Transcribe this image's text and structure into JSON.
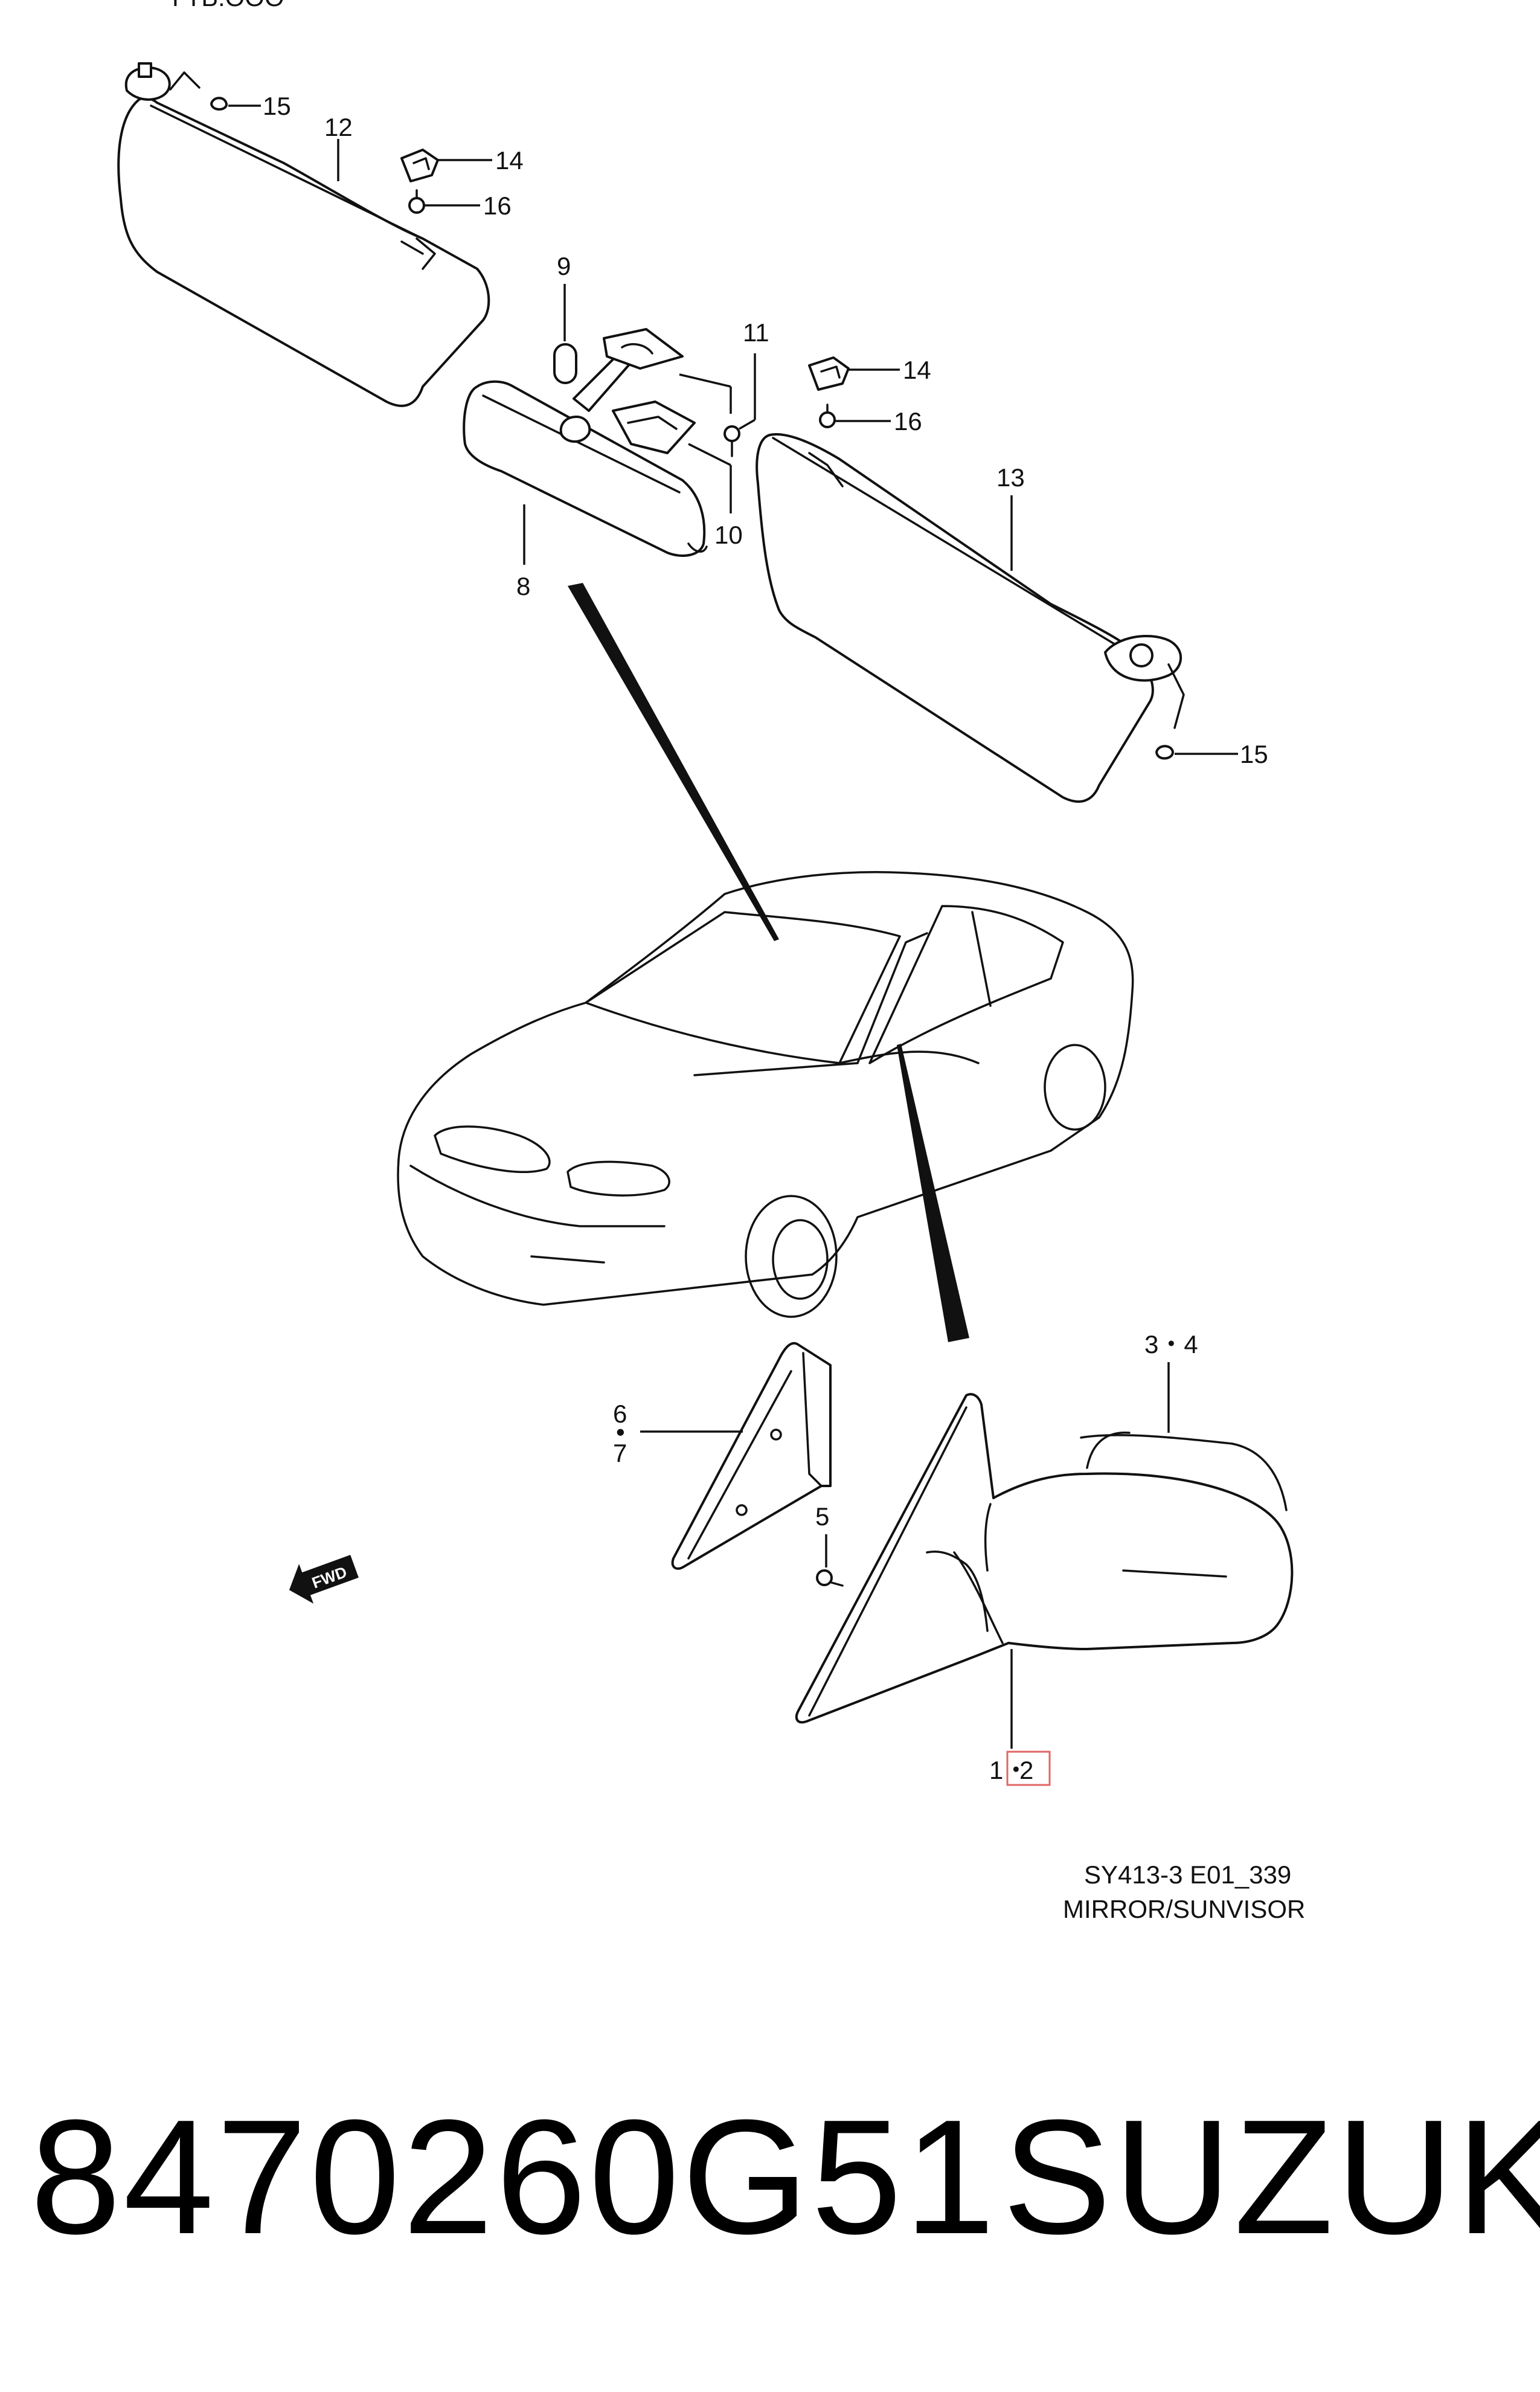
{
  "diagram": {
    "top_fragment": "ГТБ.ООО",
    "code": "SY413-3 E01_339",
    "title": "MIRROR/SUNVISOR",
    "fwd_label": "FWD",
    "highlight_color": "#e06666",
    "callouts": {
      "c15a": "15",
      "c12": "12",
      "c14a": "14",
      "c16a": "16",
      "c9": "9",
      "c11": "11",
      "c14b": "14",
      "c16b": "16",
      "c13": "13",
      "c10": "10",
      "c8": "8",
      "c15b": "15",
      "c34": "3・4",
      "c6": "6",
      "c6dot": "•",
      "c7": "7",
      "c5": "5",
      "c1": "1・",
      "c2": "2"
    }
  },
  "footer": {
    "part_number": "8470260G51",
    "brand": "SUZUKI"
  }
}
